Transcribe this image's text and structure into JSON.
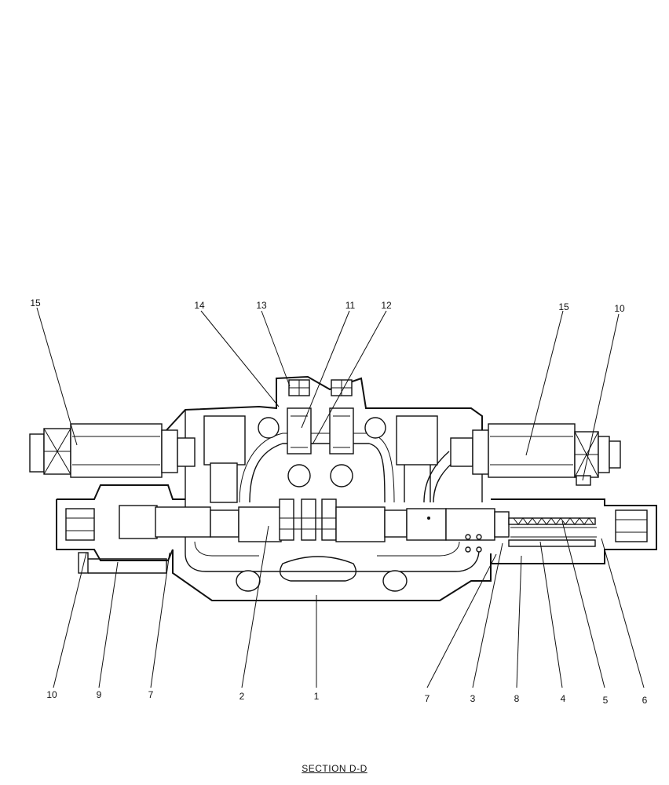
{
  "caption": "SECTION  D-D",
  "callouts": {
    "top_15_left": "15",
    "top_14": "14",
    "top_13": "13",
    "top_11": "11",
    "top_12": "12",
    "top_15_right": "15",
    "top_10": "10",
    "bot_10": "10",
    "bot_9": "9",
    "bot_7_left": "7",
    "bot_2": "2",
    "bot_1": "1",
    "bot_7_right": "7",
    "bot_3": "3",
    "bot_8": "8",
    "bot_4": "4",
    "bot_5": "5",
    "bot_6": "6"
  }
}
